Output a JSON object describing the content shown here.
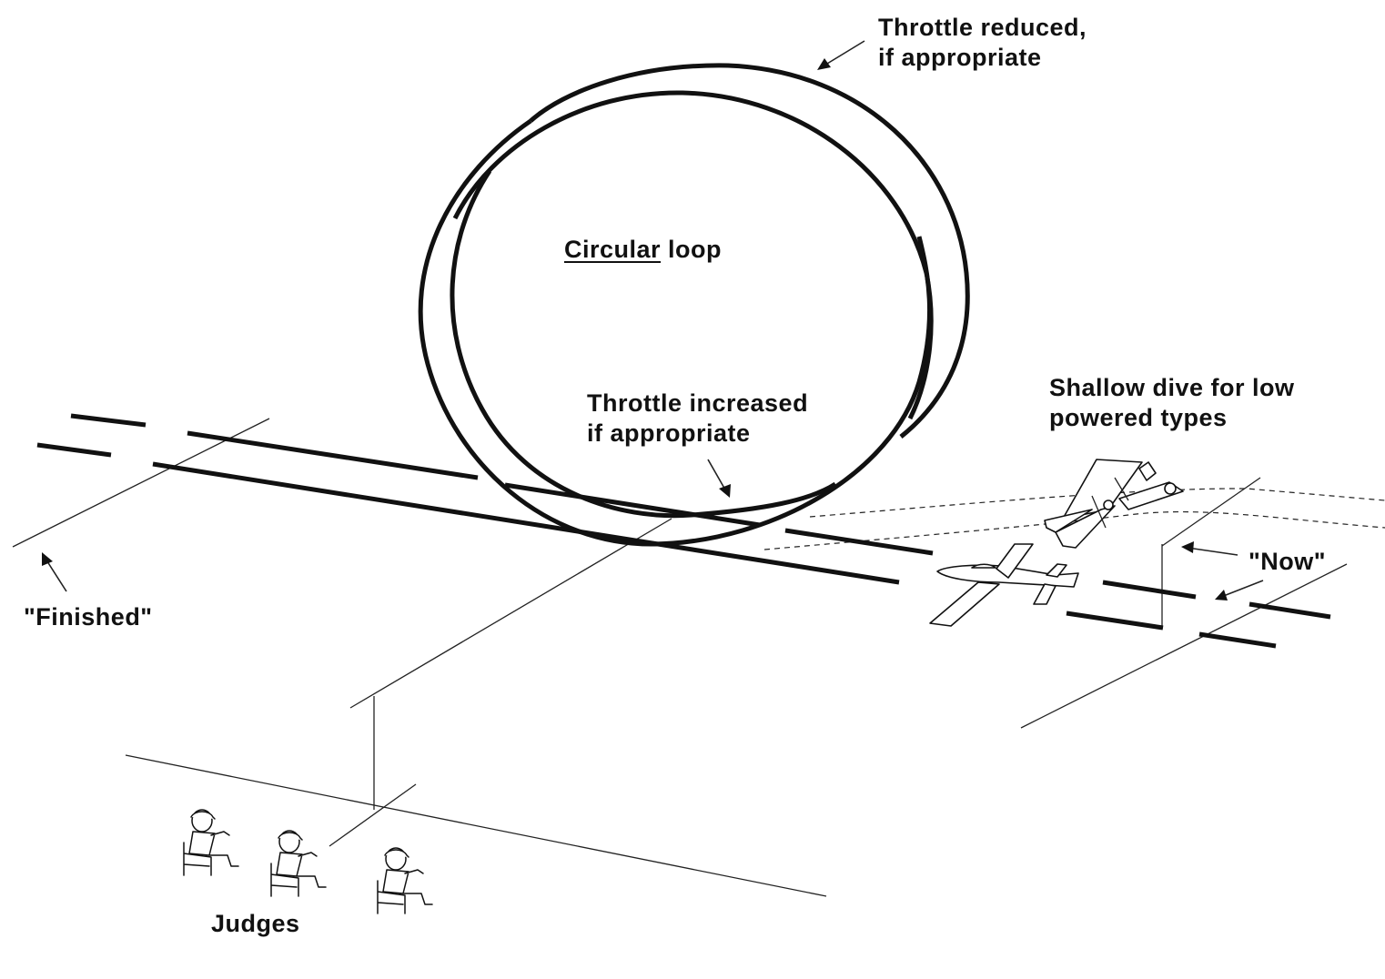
{
  "labels": {
    "throttle_reduced_line1": "Throttle reduced,",
    "throttle_reduced_line2": "if appropriate",
    "loop_word1": "Circular",
    "loop_word2": " loop",
    "throttle_increased_line1": "Throttle increased",
    "throttle_increased_line2": "if appropriate",
    "shallow_dive_line1": "Shallow dive for low",
    "shallow_dive_line2": "powered types",
    "now": "\"Now\"",
    "finished": "\"Finished\"",
    "judges": "Judges"
  },
  "colors": {
    "ink": "#111111",
    "background": "#ffffff"
  }
}
